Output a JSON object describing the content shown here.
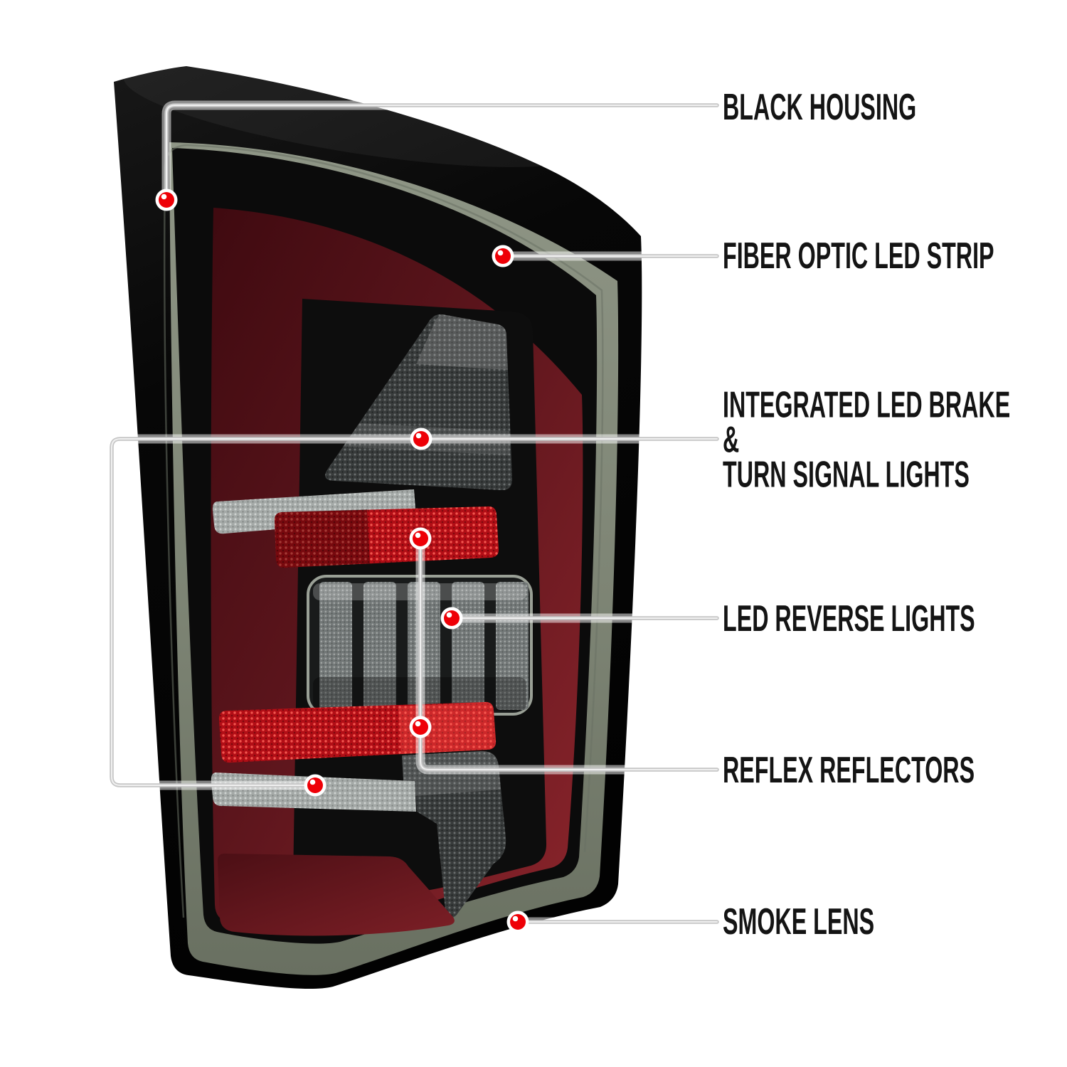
{
  "figure": {
    "type": "annotated-product-diagram"
  },
  "callouts": [
    {
      "id": "black-housing",
      "label": "BLACK HOUSING"
    },
    {
      "id": "fiber-optic-led-strip",
      "label": "FIBER OPTIC LED STRIP"
    },
    {
      "id": "integrated-led-brake-turn",
      "lines": [
        "INTEGRATED LED BRAKE",
        "&",
        "TURN SIGNAL LIGHTS"
      ]
    },
    {
      "id": "led-reverse-lights",
      "label": "LED REVERSE LIGHTS"
    },
    {
      "id": "reflex-reflectors",
      "label": "REFLEX REFLECTORS"
    },
    {
      "id": "smoke-lens",
      "label": "SMOKE LENS"
    }
  ],
  "style": {
    "background": "#ffffff",
    "label_color": "#141414",
    "marker_red": "#ee0007",
    "marker_ring": "#ffffff",
    "line_color": "#c8c8c8",
    "housing_black": "#0a0a0a",
    "smoke_lens_green": "#7d8474",
    "led_panel_red": "#5a151b",
    "reflex_red": "#c5101b"
  }
}
